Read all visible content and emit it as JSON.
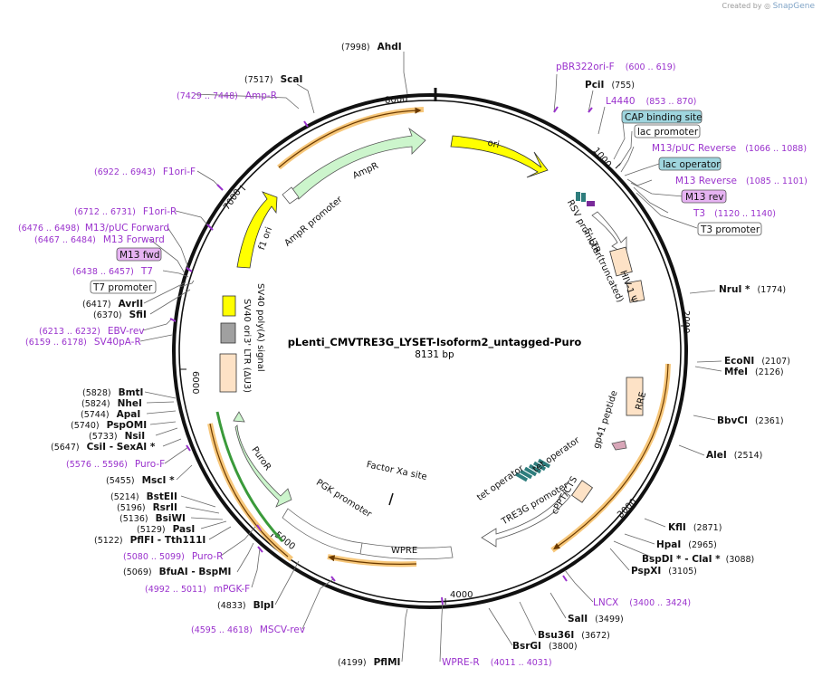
{
  "credit": {
    "prefix": "Created by",
    "brand": "SnapGene"
  },
  "plasmid": {
    "name": "pLenti_CMVTRE3G_LYSET-Isoform2_untagged-Puro",
    "size_label": "8131 bp",
    "total_bp": 8131
  },
  "ticks": [
    "1000",
    "2000",
    "3000",
    "4000",
    "5000",
    "6000",
    "7000",
    "8000"
  ],
  "enzymes_right": [
    {
      "name": "PciI",
      "pos": "(755)"
    },
    {
      "name": "NruI *",
      "pos": "(1774)"
    },
    {
      "name": "EcoNI",
      "pos": "(2107)"
    },
    {
      "name": "MfeI",
      "pos": "(2126)"
    },
    {
      "name": "BbvCI",
      "pos": "(2361)"
    },
    {
      "name": "AleI",
      "pos": "(2514)"
    },
    {
      "name": "KflI",
      "pos": "(2871)"
    },
    {
      "name": "HpaI",
      "pos": "(2965)"
    },
    {
      "name": "BspDI * - ClaI *",
      "pos": "(3088)"
    },
    {
      "name": "PspXI",
      "pos": "(3105)"
    },
    {
      "name": "SalI",
      "pos": "(3499)"
    },
    {
      "name": "Bsu36I",
      "pos": "(3672)"
    },
    {
      "name": "BsrGI",
      "pos": "(3800)"
    },
    {
      "name": "PflMI",
      "pos": "(4199)"
    }
  ],
  "enzymes_left": [
    {
      "name": "AhdI",
      "pos": "(7998)"
    },
    {
      "name": "ScaI",
      "pos": "(7517)"
    },
    {
      "name": "AvrII",
      "pos": "(6417)"
    },
    {
      "name": "SfiI",
      "pos": "(6370)"
    },
    {
      "name": "BmtI",
      "pos": "(5828)"
    },
    {
      "name": "NheI",
      "pos": "(5824)"
    },
    {
      "name": "ApaI",
      "pos": "(5744)"
    },
    {
      "name": "PspOMI",
      "pos": "(5740)"
    },
    {
      "name": "NsiI",
      "pos": "(5733)"
    },
    {
      "name": "CsiI - SexAI *",
      "pos": "(5647)"
    },
    {
      "name": "MscI *",
      "pos": "(5455)"
    },
    {
      "name": "BstEII",
      "pos": "(5214)"
    },
    {
      "name": "RsrII",
      "pos": "(5196)"
    },
    {
      "name": "BsiWI",
      "pos": "(5136)"
    },
    {
      "name": "PasI",
      "pos": "(5129)"
    },
    {
      "name": "PflFI - Tth111I",
      "pos": "(5122)"
    },
    {
      "name": "BfuAI - BspMI",
      "pos": "(5069)"
    },
    {
      "name": "BlpI",
      "pos": "(4833)"
    }
  ],
  "primers_right": [
    {
      "name": "pBR322ori-F",
      "range": "(600 .. 619)"
    },
    {
      "name": "L4440",
      "range": "(853 .. 870)"
    },
    {
      "name": "M13/pUC Reverse",
      "range": "(1066 .. 1088)"
    },
    {
      "name": "M13 Reverse",
      "range": "(1085 .. 1101)"
    },
    {
      "name": "T3",
      "range": "(1120 .. 1140)"
    },
    {
      "name": "LNCX",
      "range": "(3400 .. 3424)"
    },
    {
      "name": "WPRE-R",
      "range": "(4011 .. 4031)"
    }
  ],
  "primers_left": [
    {
      "name": "Amp-R",
      "range": "(7429 .. 7448)"
    },
    {
      "name": "F1ori-F",
      "range": "(6922 .. 6943)"
    },
    {
      "name": "F1ori-R",
      "range": "(6712 .. 6731)"
    },
    {
      "name": "M13/pUC Forward",
      "range": "(6476 .. 6498)"
    },
    {
      "name": "M13 Forward",
      "range": "(6467 .. 6484)"
    },
    {
      "name": "T7",
      "range": "(6438 .. 6457)"
    },
    {
      "name": "EBV-rev",
      "range": "(6213 .. 6232)"
    },
    {
      "name": "SV40pA-R",
      "range": "(6159 .. 6178)"
    },
    {
      "name": "Puro-F",
      "range": "(5576 .. 5596)"
    },
    {
      "name": "Puro-R",
      "range": "(5080 .. 5099)"
    },
    {
      "name": "mPGK-F",
      "range": "(4992 .. 5011)"
    },
    {
      "name": "MSCV-rev",
      "range": "(4595 .. 4618)"
    }
  ],
  "boxed_features": [
    "CAP binding site",
    "lac promoter",
    "lac operator",
    "M13 rev",
    "T3 promoter",
    "M13 fwd",
    "T7 promoter"
  ],
  "inner_labels": {
    "ori": "ori",
    "ampr": "AmpR",
    "ampr_promoter": "AmpR promoter",
    "f1_ori": "f1 ori",
    "rsv_promoter": "RSV promoter",
    "ltr5": "5' LTR (truncated)",
    "hiv_psi": "HIV-1 Ψ",
    "rre": "RRE",
    "gp41": "gp41 peptide",
    "cppt": "cPPT/CTS",
    "tre3g": "TRE3G promoter",
    "tet_op_1": "tet operator",
    "tet_op_2": "tet operator",
    "factor_xa": "Factor Xa site",
    "pgk_promoter": "PGK promoter",
    "wpre": "WPRE",
    "puror": "PuroR",
    "ltr3": "3' LTR (ΔU3)",
    "sv40_polya": "SV40 poly(A) signal",
    "sv40_ori": "SV40 ori"
  },
  "colors": {
    "backbone": "#111111",
    "ori": "#ffff00",
    "ampr": "#ccf5cc",
    "primer": "#9a32cd",
    "orange_arc": "#f7c77a",
    "box_blue": "#9fd5de",
    "box_purple": "#e6b3f2",
    "ltr": "#fde2c6",
    "gp41": "#d8a6b8",
    "tet_op": "#2e7d7d",
    "pgk": "#ffffff"
  }
}
